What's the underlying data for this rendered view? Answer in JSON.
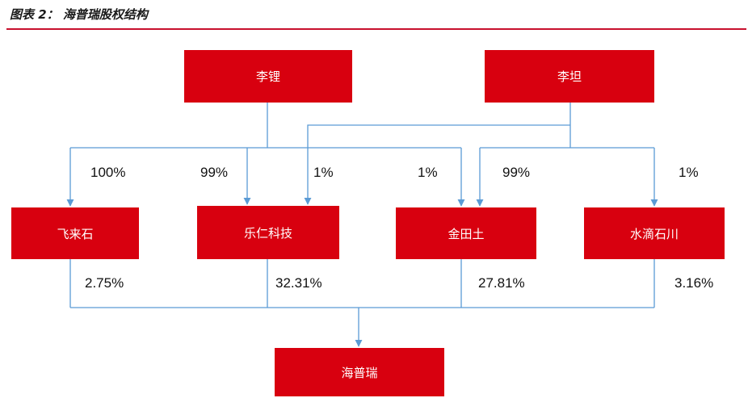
{
  "header": {
    "title": "图表 2： 海普瑞股权结构"
  },
  "nodes": {
    "li_li": "李锂",
    "li_tan": "李坦",
    "feilaishi": "飞来石",
    "leren": "乐仁科技",
    "jintiantu": "金田土",
    "shuidishichuan": "水滴石川",
    "haipurui": "海普瑞"
  },
  "edges": {
    "lili_feilaishi": "100%",
    "lili_leren": "99%",
    "litan_leren": "1%",
    "lili_jintiantu": "1%",
    "litan_jintiantu": "99%",
    "litan_shuidishichuan": "1%",
    "feilaishi_haipurui": "2.75%",
    "leren_haipurui": "32.31%",
    "jintiantu_haipurui": "27.81%",
    "shuidishichuan_haipurui": "3.16%"
  },
  "colors": {
    "box": "#d8000f",
    "rule": "#c8102e",
    "line": "#5b9bd5"
  }
}
